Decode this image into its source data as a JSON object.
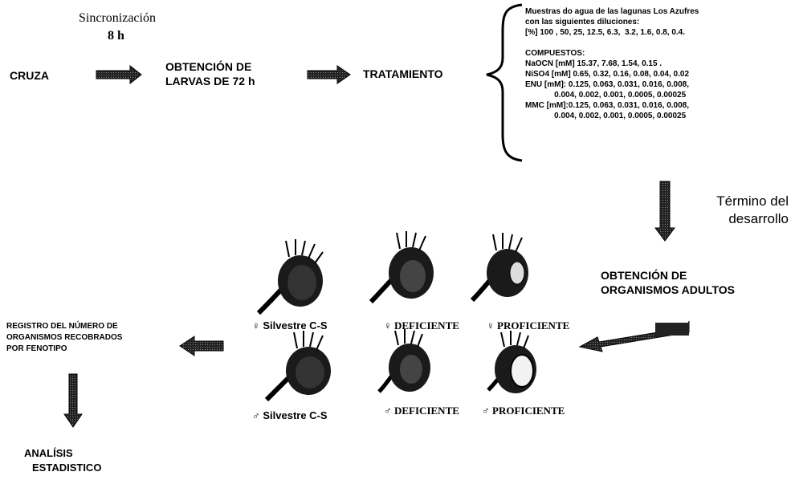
{
  "sync": {
    "label": "Sincronización",
    "time": "8 h"
  },
  "steps": {
    "cruza": "CRUZA",
    "larvas": [
      "OBTENCIÓN DE",
      "LARVAS DE 72 h"
    ],
    "tratamiento": "TRATAMIENTO",
    "adultos": [
      "OBTENCIÓN DE",
      "ORGANISMOS ADULTOS"
    ],
    "registro": [
      "REGISTRO DEL NÚMERO DE",
      "ORGANISMOS RECOBRADOS",
      "POR FENOTIPO"
    ],
    "analisis": [
      "ANALÍSIS",
      "ESTADISTICO"
    ]
  },
  "termino": [
    "Término del",
    "desarrollo"
  ],
  "treatment_box": {
    "lines": [
      "Muestras do agua de las lagunas Los Azufres",
      "con las siguientes diluciones:",
      "[%] 100 , 50, 25, 12.5, 6.3,  3.2, 1.6, 0.8, 0.4.",
      "",
      "COMPUESTOS:",
      "NaOCN [mM] 15.37, 7.68, 1.54, 0.15 .",
      "NiSO4 [mM] 0.65, 0.32, 0.16, 0.08, 0.04, 0.02",
      "ENU [mM]: 0.125, 0.063, 0.031, 0.016, 0.008,",
      "             0.004, 0.002, 0.001, 0.0005, 0.00025",
      "MMC [mM]:0.125, 0.063, 0.031, 0.016, 0.008,",
      "             0.004, 0.002, 0.001, 0.0005, 0.00025"
    ]
  },
  "phenotypes": {
    "female": [
      "♀ Silvestre C-S",
      "♀  DEFICIENTE",
      "♀ PROFICIENTE"
    ],
    "male": [
      "♂ Silvestre C-S",
      "♂ DEFICIENTE",
      "♂ PROFICIENTE"
    ]
  },
  "colors": {
    "ink": "#000000",
    "arrow_fill": "#3a3a3a"
  }
}
